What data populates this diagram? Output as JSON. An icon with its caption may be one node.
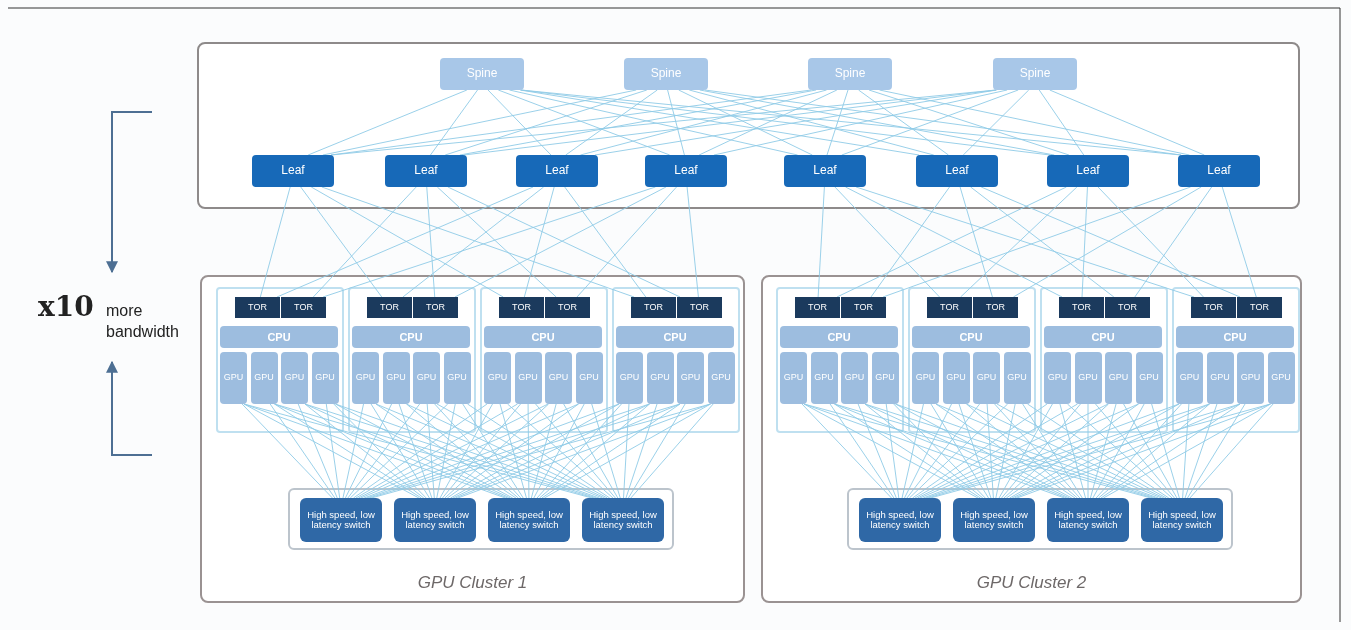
{
  "diagram": {
    "nodes": [
      {
        "text": [],
        "shape": "box"
      },
      {
        "text": [
          "Spine"
        ],
        "in": 0
      },
      {
        "text": [
          "Spine"
        ],
        "in": 0
      },
      {
        "text": [
          "Spine"
        ],
        "in": 0
      },
      {
        "text": [
          "Spine"
        ],
        "in": 0
      },
      {
        "text": [
          "Leaf"
        ],
        "in": 0
      },
      {
        "text": [
          "Leaf"
        ],
        "in": 0
      },
      {
        "text": [
          "Leaf"
        ],
        "in": 0
      },
      {
        "text": [
          "Leaf"
        ],
        "in": 0
      },
      {
        "text": [
          "Leaf"
        ],
        "in": 0
      },
      {
        "text": [
          "Leaf"
        ],
        "in": 0
      },
      {
        "text": [
          "Leaf"
        ],
        "in": 0
      },
      {
        "text": [
          "Leaf"
        ],
        "in": 0
      },
      {
        "text": [
          "GPU Cluster 1"
        ]
      },
      {
        "text": [],
        "shape": "box",
        "in": 13
      },
      {
        "text": [
          "TOR"
        ],
        "in": 14
      },
      {
        "text": [
          "TOR"
        ],
        "in": 14
      },
      {
        "text": [
          "CPU"
        ],
        "in": 14
      },
      {
        "text": [
          "GPU"
        ],
        "in": 14
      },
      {
        "text": [
          "GPU"
        ],
        "in": 14
      },
      {
        "text": [
          "GPU"
        ],
        "in": 14
      },
      {
        "text": [
          "GPU"
        ],
        "in": 14
      },
      {
        "text": [],
        "shape": "box",
        "in": 13
      },
      {
        "text": [
          "TOR"
        ],
        "in": 22
      },
      {
        "text": [
          "TOR"
        ],
        "in": 22
      },
      {
        "text": [
          "CPU"
        ],
        "in": 22
      },
      {
        "text": [
          "GPU"
        ],
        "in": 22
      },
      {
        "text": [
          "GPU"
        ],
        "in": 22
      },
      {
        "text": [
          "GPU"
        ],
        "in": 22
      },
      {
        "text": [
          "GPU"
        ],
        "in": 22
      },
      {
        "text": [],
        "shape": "box",
        "in": 13
      },
      {
        "text": [
          "TOR"
        ],
        "in": 30
      },
      {
        "text": [
          "TOR"
        ],
        "in": 30
      },
      {
        "text": [
          "CPU"
        ],
        "in": 30
      },
      {
        "text": [
          "GPU"
        ],
        "in": 30
      },
      {
        "text": [
          "GPU"
        ],
        "in": 30
      },
      {
        "text": [
          "GPU"
        ],
        "in": 30
      },
      {
        "text": [
          "GPU"
        ],
        "in": 30
      },
      {
        "text": [],
        "shape": "box",
        "in": 13
      },
      {
        "text": [
          "TOR"
        ],
        "in": 38
      },
      {
        "text": [
          "TOR"
        ],
        "in": 38
      },
      {
        "text": [
          "CPU"
        ],
        "in": 38
      },
      {
        "text": [
          "GPU"
        ],
        "in": 38
      },
      {
        "text": [
          "GPU"
        ],
        "in": 38
      },
      {
        "text": [
          "GPU"
        ],
        "in": 38
      },
      {
        "text": [
          "GPU"
        ],
        "in": 38
      },
      {
        "text": [],
        "shape": "box",
        "in": 13
      },
      {
        "text": [
          "High speed, low latency switch"
        ],
        "in": 46
      },
      {
        "text": [
          "High speed, low latency switch"
        ],
        "in": 46
      },
      {
        "text": [
          "High speed, low latency switch"
        ],
        "in": 46
      },
      {
        "text": [
          "High speed, low latency switch"
        ],
        "in": 46
      },
      {
        "text": [
          "GPU Cluster 2"
        ]
      },
      {
        "text": [],
        "shape": "box",
        "in": 51
      },
      {
        "text": [
          "TOR"
        ],
        "in": 52
      },
      {
        "text": [
          "TOR"
        ],
        "in": 52
      },
      {
        "text": [
          "CPU"
        ],
        "in": 52
      },
      {
        "text": [
          "GPU"
        ],
        "in": 52
      },
      {
        "text": [
          "GPU"
        ],
        "in": 52
      },
      {
        "text": [
          "GPU"
        ],
        "in": 52
      },
      {
        "text": [
          "GPU"
        ],
        "in": 52
      },
      {
        "text": [],
        "shape": "box",
        "in": 51
      },
      {
        "text": [
          "TOR"
        ],
        "in": 60
      },
      {
        "text": [
          "TOR"
        ],
        "in": 60
      },
      {
        "text": [
          "CPU"
        ],
        "in": 60
      },
      {
        "text": [
          "GPU"
        ],
        "in": 60
      },
      {
        "text": [
          "GPU"
        ],
        "in": 60
      },
      {
        "text": [
          "GPU"
        ],
        "in": 60
      },
      {
        "text": [
          "GPU"
        ],
        "in": 60
      },
      {
        "text": [],
        "shape": "box",
        "in": 51
      },
      {
        "text": [
          "TOR"
        ],
        "in": 68
      },
      {
        "text": [
          "TOR"
        ],
        "in": 68
      },
      {
        "text": [
          "CPU"
        ],
        "in": 68
      },
      {
        "text": [
          "GPU"
        ],
        "in": 68
      },
      {
        "text": [
          "GPU"
        ],
        "in": 68
      },
      {
        "text": [
          "GPU"
        ],
        "in": 68
      },
      {
        "text": [
          "GPU"
        ],
        "in": 68
      },
      {
        "text": [],
        "shape": "box",
        "in": 51
      },
      {
        "text": [
          "TOR"
        ],
        "in": 76
      },
      {
        "text": [
          "TOR"
        ],
        "in": 76
      },
      {
        "text": [
          "CPU"
        ],
        "in": 76
      },
      {
        "text": [
          "GPU"
        ],
        "in": 76
      },
      {
        "text": [
          "GPU"
        ],
        "in": 76
      },
      {
        "text": [
          "GPU"
        ],
        "in": 76
      },
      {
        "text": [
          "GPU"
        ],
        "in": 76
      },
      {
        "text": [],
        "shape": "box",
        "in": 51
      },
      {
        "text": [
          "High speed, low latency switch"
        ],
        "in": 84
      },
      {
        "text": [
          "High speed, low latency switch"
        ],
        "in": 84
      },
      {
        "text": [
          "High speed, low latency switch"
        ],
        "in": 84
      },
      {
        "text": [
          "High speed, low latency switch"
        ],
        "in": 84
      }
    ],
    "edges": [
      {
        "from": 1,
        "to": 5,
        "arrow": "none"
      },
      {
        "from": 1,
        "to": 6,
        "arrow": "none"
      },
      {
        "from": 1,
        "to": 7,
        "arrow": "none"
      },
      {
        "from": 1,
        "to": 8,
        "arrow": "none"
      },
      {
        "from": 1,
        "to": 9,
        "arrow": "none"
      },
      {
        "from": 1,
        "to": 10,
        "arrow": "none"
      },
      {
        "from": 1,
        "to": 11,
        "arrow": "none"
      },
      {
        "from": 1,
        "to": 12,
        "arrow": "none"
      },
      {
        "from": 2,
        "to": 5,
        "arrow": "none"
      },
      {
        "from": 2,
        "to": 6,
        "arrow": "none"
      },
      {
        "from": 2,
        "to": 7,
        "arrow": "none"
      },
      {
        "from": 2,
        "to": 8,
        "arrow": "none"
      },
      {
        "from": 2,
        "to": 9,
        "arrow": "none"
      },
      {
        "from": 2,
        "to": 10,
        "arrow": "none"
      },
      {
        "from": 2,
        "to": 11,
        "arrow": "none"
      },
      {
        "from": 2,
        "to": 12,
        "arrow": "none"
      },
      {
        "from": 3,
        "to": 5,
        "arrow": "none"
      },
      {
        "from": 3,
        "to": 6,
        "arrow": "none"
      },
      {
        "from": 3,
        "to": 7,
        "arrow": "none"
      },
      {
        "from": 3,
        "to": 8,
        "arrow": "none"
      },
      {
        "from": 3,
        "to": 9,
        "arrow": "none"
      },
      {
        "from": 3,
        "to": 10,
        "arrow": "none"
      },
      {
        "from": 3,
        "to": 11,
        "arrow": "none"
      },
      {
        "from": 3,
        "to": 12,
        "arrow": "none"
      },
      {
        "from": 4,
        "to": 5,
        "arrow": "none"
      },
      {
        "from": 4,
        "to": 6,
        "arrow": "none"
      },
      {
        "from": 4,
        "to": 7,
        "arrow": "none"
      },
      {
        "from": 4,
        "to": 8,
        "arrow": "none"
      },
      {
        "from": 4,
        "to": 9,
        "arrow": "none"
      },
      {
        "from": 4,
        "to": 10,
        "arrow": "none"
      },
      {
        "from": 4,
        "to": 11,
        "arrow": "none"
      },
      {
        "from": 4,
        "to": 12,
        "arrow": "none"
      },
      {
        "from": 5,
        "to": 15,
        "arrow": "none"
      },
      {
        "from": 5,
        "to": 23,
        "arrow": "none"
      },
      {
        "from": 5,
        "to": 31,
        "arrow": "none"
      },
      {
        "from": 5,
        "to": 39,
        "arrow": "none"
      },
      {
        "from": 6,
        "to": 16,
        "arrow": "none"
      },
      {
        "from": 6,
        "to": 24,
        "arrow": "none"
      },
      {
        "from": 6,
        "to": 32,
        "arrow": "none"
      },
      {
        "from": 6,
        "to": 40,
        "arrow": "none"
      },
      {
        "from": 7,
        "to": 15,
        "arrow": "none"
      },
      {
        "from": 7,
        "to": 23,
        "arrow": "none"
      },
      {
        "from": 7,
        "to": 31,
        "arrow": "none"
      },
      {
        "from": 7,
        "to": 39,
        "arrow": "none"
      },
      {
        "from": 8,
        "to": 16,
        "arrow": "none"
      },
      {
        "from": 8,
        "to": 24,
        "arrow": "none"
      },
      {
        "from": 8,
        "to": 32,
        "arrow": "none"
      },
      {
        "from": 8,
        "to": 40,
        "arrow": "none"
      },
      {
        "from": 9,
        "to": 53,
        "arrow": "none"
      },
      {
        "from": 9,
        "to": 61,
        "arrow": "none"
      },
      {
        "from": 9,
        "to": 69,
        "arrow": "none"
      },
      {
        "from": 9,
        "to": 77,
        "arrow": "none"
      },
      {
        "from": 10,
        "to": 54,
        "arrow": "none"
      },
      {
        "from": 10,
        "to": 62,
        "arrow": "none"
      },
      {
        "from": 10,
        "to": 70,
        "arrow": "none"
      },
      {
        "from": 10,
        "to": 78,
        "arrow": "none"
      },
      {
        "from": 11,
        "to": 53,
        "arrow": "none"
      },
      {
        "from": 11,
        "to": 61,
        "arrow": "none"
      },
      {
        "from": 11,
        "to": 69,
        "arrow": "none"
      },
      {
        "from": 11,
        "to": 77,
        "arrow": "none"
      },
      {
        "from": 12,
        "to": 54,
        "arrow": "none"
      },
      {
        "from": 12,
        "to": 62,
        "arrow": "none"
      },
      {
        "from": 12,
        "to": 70,
        "arrow": "none"
      },
      {
        "from": 12,
        "to": 78,
        "arrow": "none"
      },
      {
        "from": 18,
        "to": 47,
        "arrow": "none"
      },
      {
        "from": 18,
        "to": 48,
        "arrow": "none"
      },
      {
        "from": 18,
        "to": 49,
        "arrow": "none"
      },
      {
        "from": 18,
        "to": 50,
        "arrow": "none"
      },
      {
        "from": 19,
        "to": 47,
        "arrow": "none"
      },
      {
        "from": 19,
        "to": 48,
        "arrow": "none"
      },
      {
        "from": 19,
        "to": 49,
        "arrow": "none"
      },
      {
        "from": 19,
        "to": 50,
        "arrow": "none"
      },
      {
        "from": 20,
        "to": 47,
        "arrow": "none"
      },
      {
        "from": 20,
        "to": 48,
        "arrow": "none"
      },
      {
        "from": 20,
        "to": 49,
        "arrow": "none"
      },
      {
        "from": 20,
        "to": 50,
        "arrow": "none"
      },
      {
        "from": 21,
        "to": 47,
        "arrow": "none"
      },
      {
        "from": 21,
        "to": 48,
        "arrow": "none"
      },
      {
        "from": 21,
        "to": 49,
        "arrow": "none"
      },
      {
        "from": 21,
        "to": 50,
        "arrow": "none"
      },
      {
        "from": 26,
        "to": 47,
        "arrow": "none"
      },
      {
        "from": 26,
        "to": 48,
        "arrow": "none"
      },
      {
        "from": 26,
        "to": 49,
        "arrow": "none"
      },
      {
        "from": 26,
        "to": 50,
        "arrow": "none"
      },
      {
        "from": 27,
        "to": 47,
        "arrow": "none"
      },
      {
        "from": 27,
        "to": 48,
        "arrow": "none"
      },
      {
        "from": 27,
        "to": 49,
        "arrow": "none"
      },
      {
        "from": 27,
        "to": 50,
        "arrow": "none"
      },
      {
        "from": 28,
        "to": 47,
        "arrow": "none"
      },
      {
        "from": 28,
        "to": 48,
        "arrow": "none"
      },
      {
        "from": 28,
        "to": 49,
        "arrow": "none"
      },
      {
        "from": 28,
        "to": 50,
        "arrow": "none"
      },
      {
        "from": 29,
        "to": 47,
        "arrow": "none"
      },
      {
        "from": 29,
        "to": 48,
        "arrow": "none"
      },
      {
        "from": 29,
        "to": 49,
        "arrow": "none"
      },
      {
        "from": 29,
        "to": 50,
        "arrow": "none"
      },
      {
        "from": 34,
        "to": 47,
        "arrow": "none"
      },
      {
        "from": 34,
        "to": 48,
        "arrow": "none"
      },
      {
        "from": 34,
        "to": 49,
        "arrow": "none"
      },
      {
        "from": 34,
        "to": 50,
        "arrow": "none"
      },
      {
        "from": 35,
        "to": 47,
        "arrow": "none"
      },
      {
        "from": 35,
        "to": 48,
        "arrow": "none"
      },
      {
        "from": 35,
        "to": 49,
        "arrow": "none"
      },
      {
        "from": 35,
        "to": 50,
        "arrow": "none"
      },
      {
        "from": 36,
        "to": 47,
        "arrow": "none"
      },
      {
        "from": 36,
        "to": 48,
        "arrow": "none"
      },
      {
        "from": 36,
        "to": 49,
        "arrow": "none"
      },
      {
        "from": 36,
        "to": 50,
        "arrow": "none"
      },
      {
        "from": 37,
        "to": 47,
        "arrow": "none"
      },
      {
        "from": 37,
        "to": 48,
        "arrow": "none"
      },
      {
        "from": 37,
        "to": 49,
        "arrow": "none"
      },
      {
        "from": 37,
        "to": 50,
        "arrow": "none"
      },
      {
        "from": 42,
        "to": 47,
        "arrow": "none"
      },
      {
        "from": 42,
        "to": 48,
        "arrow": "none"
      },
      {
        "from": 42,
        "to": 49,
        "arrow": "none"
      },
      {
        "from": 42,
        "to": 50,
        "arrow": "none"
      },
      {
        "from": 43,
        "to": 47,
        "arrow": "none"
      },
      {
        "from": 43,
        "to": 48,
        "arrow": "none"
      },
      {
        "from": 43,
        "to": 49,
        "arrow": "none"
      },
      {
        "from": 43,
        "to": 50,
        "arrow": "none"
      },
      {
        "from": 44,
        "to": 47,
        "arrow": "none"
      },
      {
        "from": 44,
        "to": 48,
        "arrow": "none"
      },
      {
        "from": 44,
        "to": 49,
        "arrow": "none"
      },
      {
        "from": 44,
        "to": 50,
        "arrow": "none"
      },
      {
        "from": 45,
        "to": 47,
        "arrow": "none"
      },
      {
        "from": 45,
        "to": 48,
        "arrow": "none"
      },
      {
        "from": 45,
        "to": 49,
        "arrow": "none"
      },
      {
        "from": 45,
        "to": 50,
        "arrow": "none"
      },
      {
        "from": 56,
        "to": 85,
        "arrow": "none"
      },
      {
        "from": 56,
        "to": 86,
        "arrow": "none"
      },
      {
        "from": 56,
        "to": 87,
        "arrow": "none"
      },
      {
        "from": 56,
        "to": 88,
        "arrow": "none"
      },
      {
        "from": 57,
        "to": 85,
        "arrow": "none"
      },
      {
        "from": 57,
        "to": 86,
        "arrow": "none"
      },
      {
        "from": 57,
        "to": 87,
        "arrow": "none"
      },
      {
        "from": 57,
        "to": 88,
        "arrow": "none"
      },
      {
        "from": 58,
        "to": 85,
        "arrow": "none"
      },
      {
        "from": 58,
        "to": 86,
        "arrow": "none"
      },
      {
        "from": 58,
        "to": 87,
        "arrow": "none"
      },
      {
        "from": 58,
        "to": 88,
        "arrow": "none"
      },
      {
        "from": 59,
        "to": 85,
        "arrow": "none"
      },
      {
        "from": 59,
        "to": 86,
        "arrow": "none"
      },
      {
        "from": 59,
        "to": 87,
        "arrow": "none"
      },
      {
        "from": 59,
        "to": 88,
        "arrow": "none"
      },
      {
        "from": 64,
        "to": 85,
        "arrow": "none"
      },
      {
        "from": 64,
        "to": 86,
        "arrow": "none"
      },
      {
        "from": 64,
        "to": 87,
        "arrow": "none"
      },
      {
        "from": 64,
        "to": 88,
        "arrow": "none"
      },
      {
        "from": 65,
        "to": 85,
        "arrow": "none"
      },
      {
        "from": 65,
        "to": 86,
        "arrow": "none"
      },
      {
        "from": 65,
        "to": 87,
        "arrow": "none"
      },
      {
        "from": 65,
        "to": 88,
        "arrow": "none"
      },
      {
        "from": 66,
        "to": 85,
        "arrow": "none"
      },
      {
        "from": 66,
        "to": 86,
        "arrow": "none"
      },
      {
        "from": 66,
        "to": 87,
        "arrow": "none"
      },
      {
        "from": 66,
        "to": 88,
        "arrow": "none"
      },
      {
        "from": 67,
        "to": 85,
        "arrow": "none"
      },
      {
        "from": 67,
        "to": 86,
        "arrow": "none"
      },
      {
        "from": 67,
        "to": 87,
        "arrow": "none"
      },
      {
        "from": 67,
        "to": 88,
        "arrow": "none"
      },
      {
        "from": 72,
        "to": 85,
        "arrow": "none"
      },
      {
        "from": 72,
        "to": 86,
        "arrow": "none"
      },
      {
        "from": 72,
        "to": 87,
        "arrow": "none"
      },
      {
        "from": 72,
        "to": 88,
        "arrow": "none"
      },
      {
        "from": 73,
        "to": 85,
        "arrow": "none"
      },
      {
        "from": 73,
        "to": 86,
        "arrow": "none"
      },
      {
        "from": 73,
        "to": 87,
        "arrow": "none"
      },
      {
        "from": 73,
        "to": 88,
        "arrow": "none"
      },
      {
        "from": 74,
        "to": 85,
        "arrow": "none"
      },
      {
        "from": 74,
        "to": 86,
        "arrow": "none"
      },
      {
        "from": 74,
        "to": 87,
        "arrow": "none"
      },
      {
        "from": 74,
        "to": 88,
        "arrow": "none"
      },
      {
        "from": 75,
        "to": 85,
        "arrow": "none"
      },
      {
        "from": 75,
        "to": 86,
        "arrow": "none"
      },
      {
        "from": 75,
        "to": 87,
        "arrow": "none"
      },
      {
        "from": 75,
        "to": 88,
        "arrow": "none"
      },
      {
        "from": 80,
        "to": 85,
        "arrow": "none"
      },
      {
        "from": 80,
        "to": 86,
        "arrow": "none"
      },
      {
        "from": 80,
        "to": 87,
        "arrow": "none"
      },
      {
        "from": 80,
        "to": 88,
        "arrow": "none"
      },
      {
        "from": 81,
        "to": 85,
        "arrow": "none"
      },
      {
        "from": 81,
        "to": 86,
        "arrow": "none"
      },
      {
        "from": 81,
        "to": 87,
        "arrow": "none"
      },
      {
        "from": 81,
        "to": 88,
        "arrow": "none"
      },
      {
        "from": 82,
        "to": 85,
        "arrow": "none"
      },
      {
        "from": 82,
        "to": 86,
        "arrow": "none"
      },
      {
        "from": 82,
        "to": 87,
        "arrow": "none"
      },
      {
        "from": 82,
        "to": 88,
        "arrow": "none"
      },
      {
        "from": 83,
        "to": 85,
        "arrow": "none"
      },
      {
        "from": 83,
        "to": 86,
        "arrow": "none"
      },
      {
        "from": 83,
        "to": 87,
        "arrow": "none"
      },
      {
        "from": 83,
        "to": 88,
        "arrow": "none"
      }
    ],
    "labels": [
      "x10",
      "more bandwidth"
    ]
  }
}
